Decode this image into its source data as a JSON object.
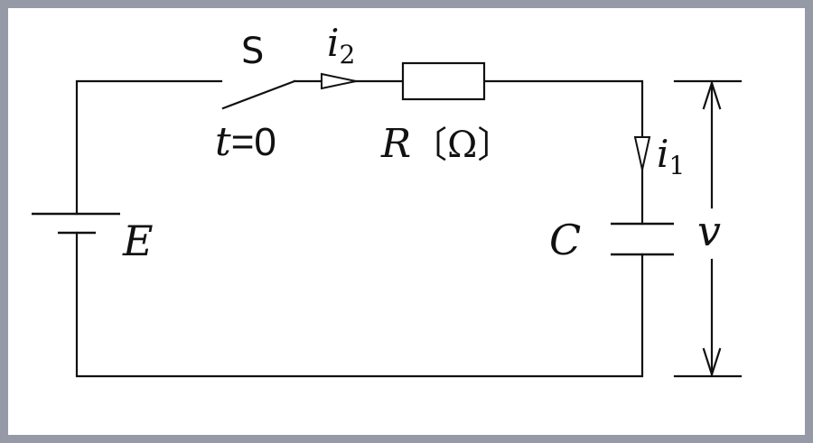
{
  "labels": {
    "switch_name": "S",
    "switch_time_var": "t",
    "switch_time_eq": "=0",
    "current_i2_var": "i",
    "current_i2_sub": "2",
    "current_i1_var": "i",
    "current_i1_sub": "1",
    "resistor_var": "R",
    "resistor_unit": "〔Ω〕",
    "source_var": "E",
    "capacitor_var": "C",
    "voltage_var": "v"
  },
  "colors": {
    "frame": "#959aa6",
    "ink": "#111111",
    "background": "#ffffff"
  }
}
